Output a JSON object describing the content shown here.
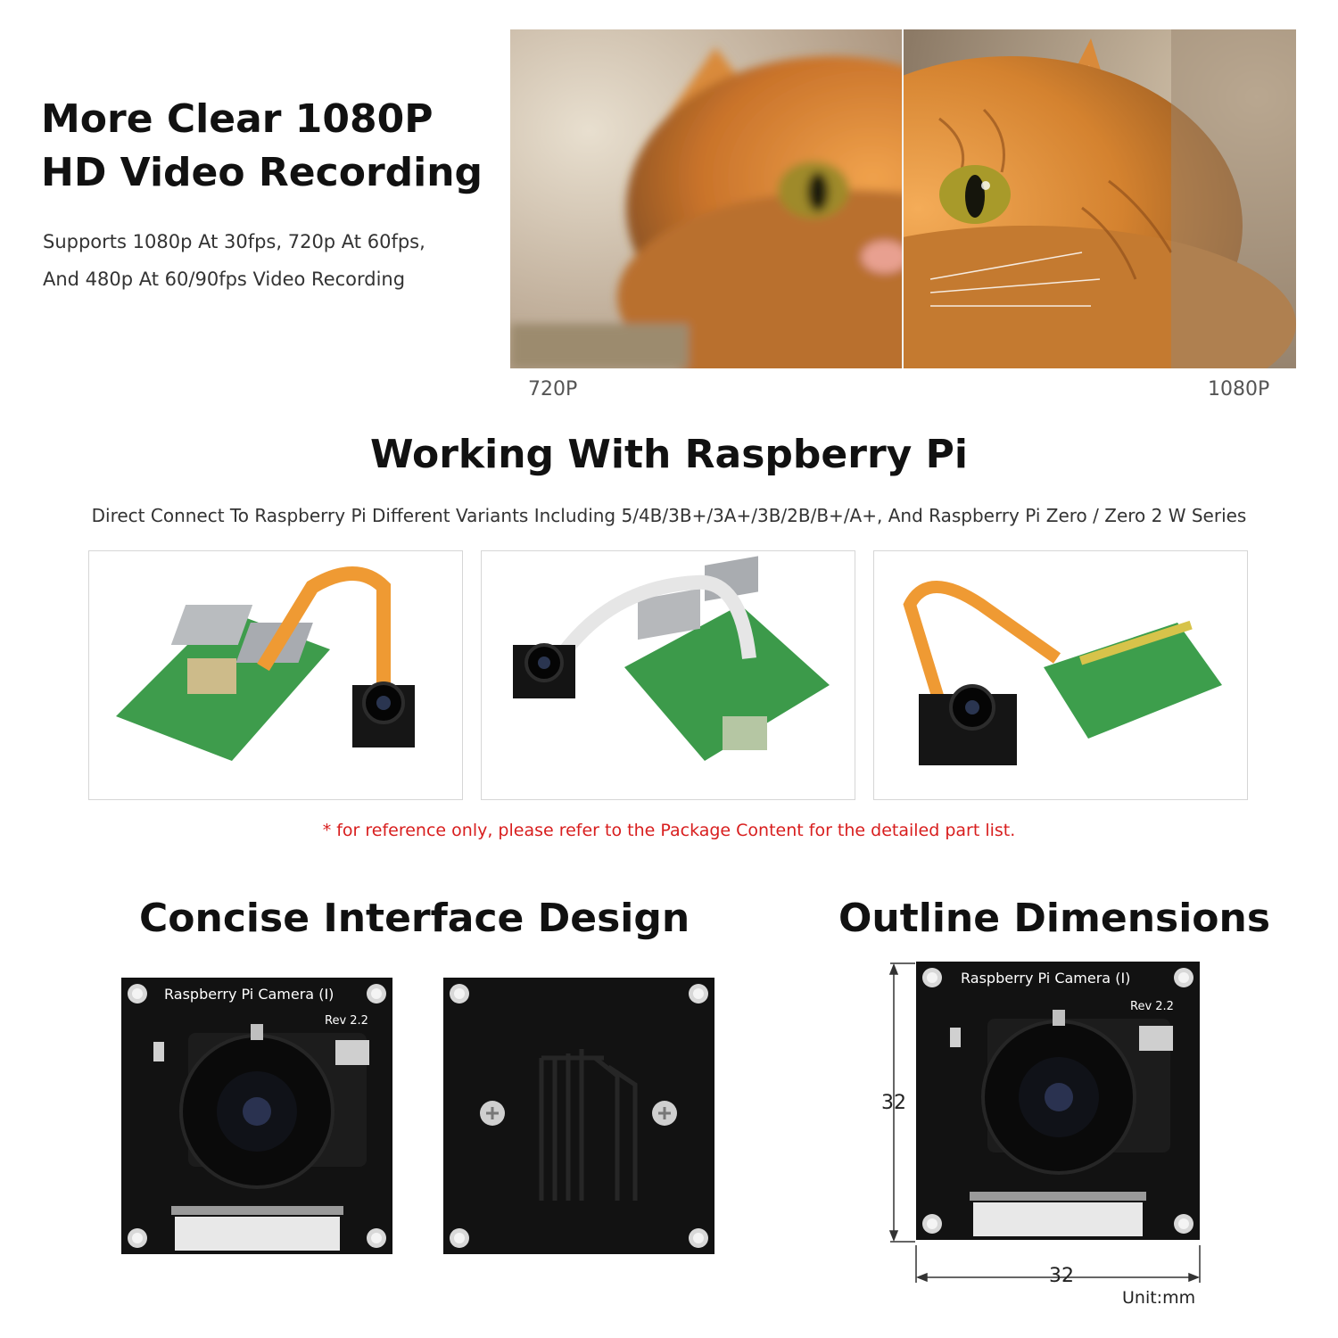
{
  "hero": {
    "title_line1": "More Clear 1080P",
    "title_line2": "HD Video Recording",
    "subtitle_line1": "Supports 1080p At 30fps, 720p At 60fps,",
    "subtitle_line2": "And 480p At 60/90fps Video Recording",
    "label_left": "720P",
    "label_right": "1080P"
  },
  "compat": {
    "title": "Working With Raspberry Pi",
    "subtitle": "Direct Connect To Raspberry Pi Different Variants Including 5/4B/3B+/3A+/3B/2B/B+/A+, And Raspberry Pi Zero / Zero 2 W Series",
    "note": "* for reference only, please refer to the Package Content for the detailed part list."
  },
  "interface": {
    "title": "Concise Interface Design",
    "board_label": "Raspberry Pi Camera (I)",
    "board_rev": "Rev 2.2"
  },
  "dimensions": {
    "title": "Outline Dimensions",
    "height_value": "32",
    "width_value": "32",
    "unit": "Unit:mm",
    "board_label": "Raspberry Pi Camera (I)",
    "board_rev": "Rev 2.2"
  },
  "colors": {
    "note_red": "#d81e1e",
    "pcb_green": "#3c9a4a",
    "ribbon_orange": "#e88a2a",
    "board_black": "#121212"
  }
}
